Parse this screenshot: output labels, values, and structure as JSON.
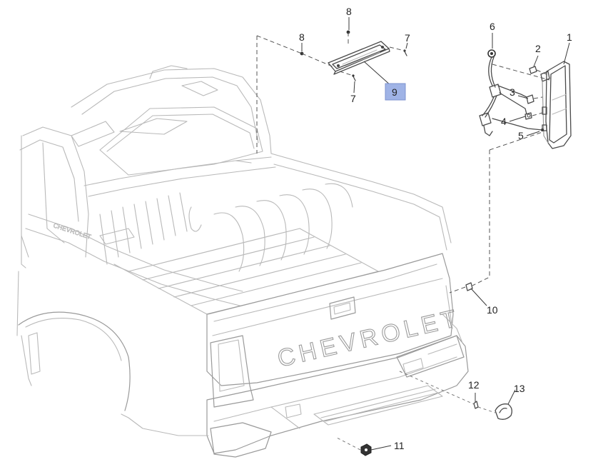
{
  "callouts": {
    "c1": "1",
    "c2": "2",
    "c3": "3",
    "c4": "4",
    "c5": "5",
    "c6": "6",
    "c7a": "7",
    "c7b": "7",
    "c8a": "8",
    "c8b": "8",
    "c9": "9",
    "c10": "10",
    "c11": "11",
    "c12": "12",
    "c13": "13"
  },
  "tailgate_lettering": "CHEVROLET",
  "side_lettering": "CHEVROLET",
  "highlighted_callout": "9",
  "colors": {
    "highlight": "#9fb3e6",
    "line": "#b9b9b9",
    "part": "#4a4a4a"
  }
}
